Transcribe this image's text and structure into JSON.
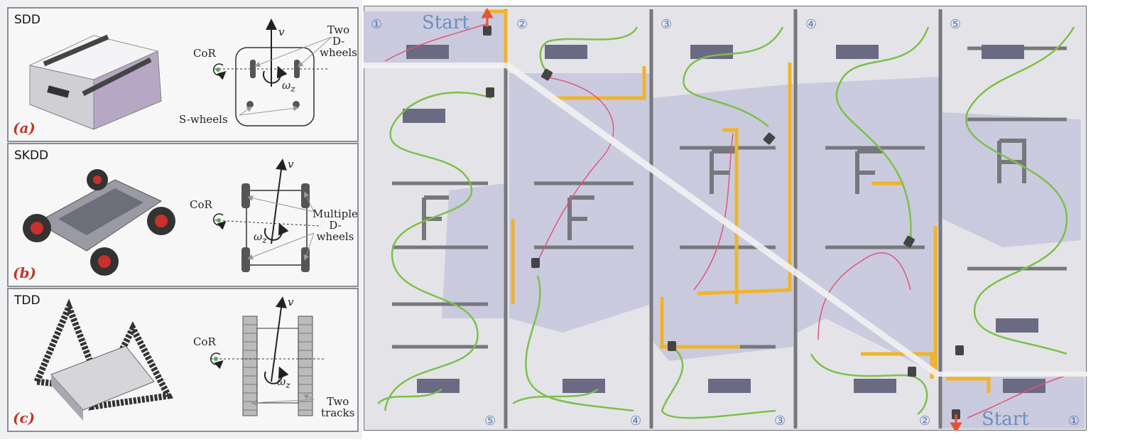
{
  "panels": [
    {
      "id": "a",
      "title": "SDD",
      "tag": "(a)",
      "v": "v",
      "omega": "ω",
      "omega_sub": "z",
      "cor": "CoR",
      "dwheels": [
        "Two",
        "D-wheels"
      ],
      "swheels": "S-wheels"
    },
    {
      "id": "b",
      "title": "SKDD",
      "tag": "(b)",
      "v": "v",
      "omega": "ω",
      "omega_sub": "z",
      "cor": "CoR",
      "dwheels": [
        "Multiple",
        "D-wheels"
      ]
    },
    {
      "id": "c",
      "title": "TDD",
      "tag": "(c)",
      "v": "v",
      "omega": "ω",
      "omega_sub": "z",
      "cor": "CoR",
      "tracks": [
        "Two",
        "tracks"
      ]
    }
  ],
  "maze": {
    "start_label": "Start",
    "top_nums": [
      "①",
      "②",
      "③",
      "④",
      "⑤"
    ],
    "bottom_nums": [
      "⑤",
      "④",
      "③",
      "②",
      "①"
    ],
    "colors": {
      "explored": "#c8c8de",
      "frontier": "#f0b429",
      "path_green": "#7cc04a",
      "path_red": "#e0567a",
      "wall": "#77787c",
      "arrow": "#e2533a"
    }
  }
}
